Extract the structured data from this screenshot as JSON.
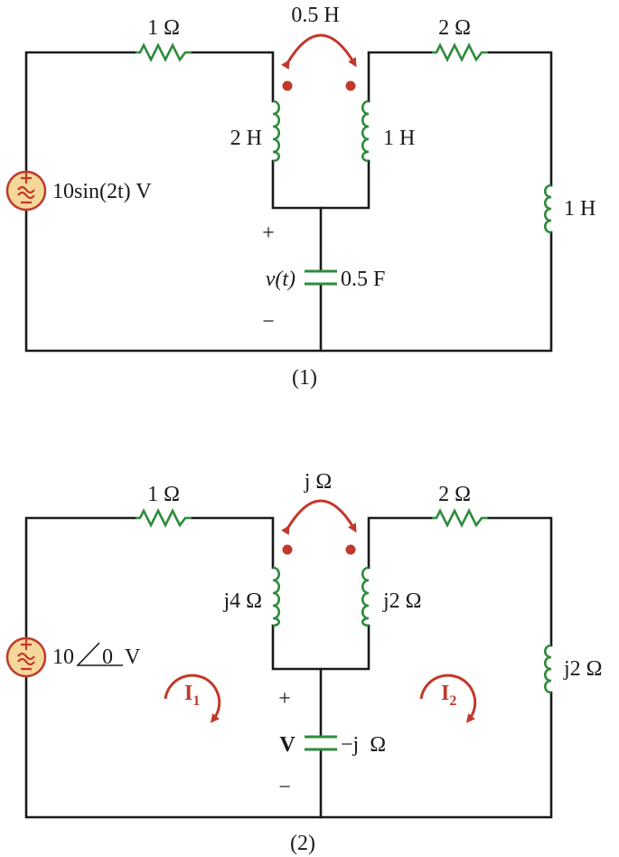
{
  "circuit1": {
    "r_left": "1 Ω",
    "r_right": "2 Ω",
    "mutual": "0.5 H",
    "l_left": "2 H",
    "l_mid": "1 H",
    "l_right": "1 H",
    "source": "10sin(2t) V",
    "cap_label": "v(t)",
    "cap_value": "0.5 F",
    "plus": "+",
    "minus": "−",
    "caption": "(1)"
  },
  "circuit2": {
    "r_left": "1 Ω",
    "r_right": "2 Ω",
    "mutual": "j Ω",
    "l_left": "j4 Ω",
    "l_mid": "j2 Ω",
    "l_right": "j2 Ω",
    "source_mag": "10",
    "source_angle": "0",
    "source_unit": "V",
    "cap_label": "V",
    "cap_value": "−j  Ω",
    "plus": "+",
    "minus": "−",
    "mesh1": "I",
    "mesh1_sub": "1",
    "mesh2": "I",
    "mesh2_sub": "2",
    "caption": "(2)"
  },
  "colors": {
    "wire": "#1a1a1a",
    "component": "#2e8b3c",
    "accent": "#c0392b",
    "source_fill": "#f6d79a"
  }
}
